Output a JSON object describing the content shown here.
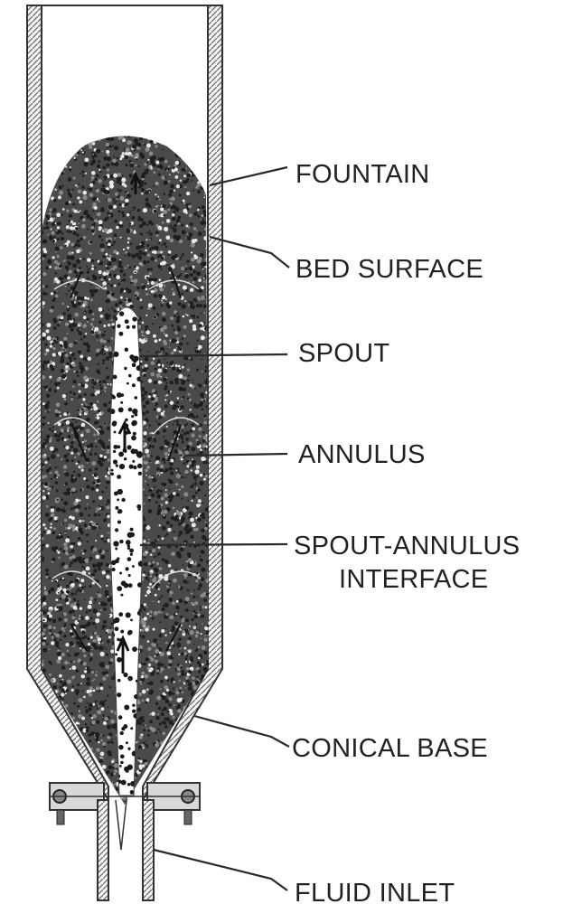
{
  "diagram": {
    "labels": {
      "fountain": "FOUNTAIN",
      "bed_surface": "BED SURFACE",
      "spout": "SPOUT",
      "annulus": "ANNULUS",
      "interface_line1": "SPOUT-ANNULUS",
      "interface_line2": "INTERFACE",
      "conical_base": "CONICAL BASE",
      "fluid_inlet": "FLUID INLET"
    },
    "colors": {
      "ink": "#222222",
      "wall": "#555555",
      "particles": "#1e1e1e",
      "background": "#ffffff"
    }
  }
}
